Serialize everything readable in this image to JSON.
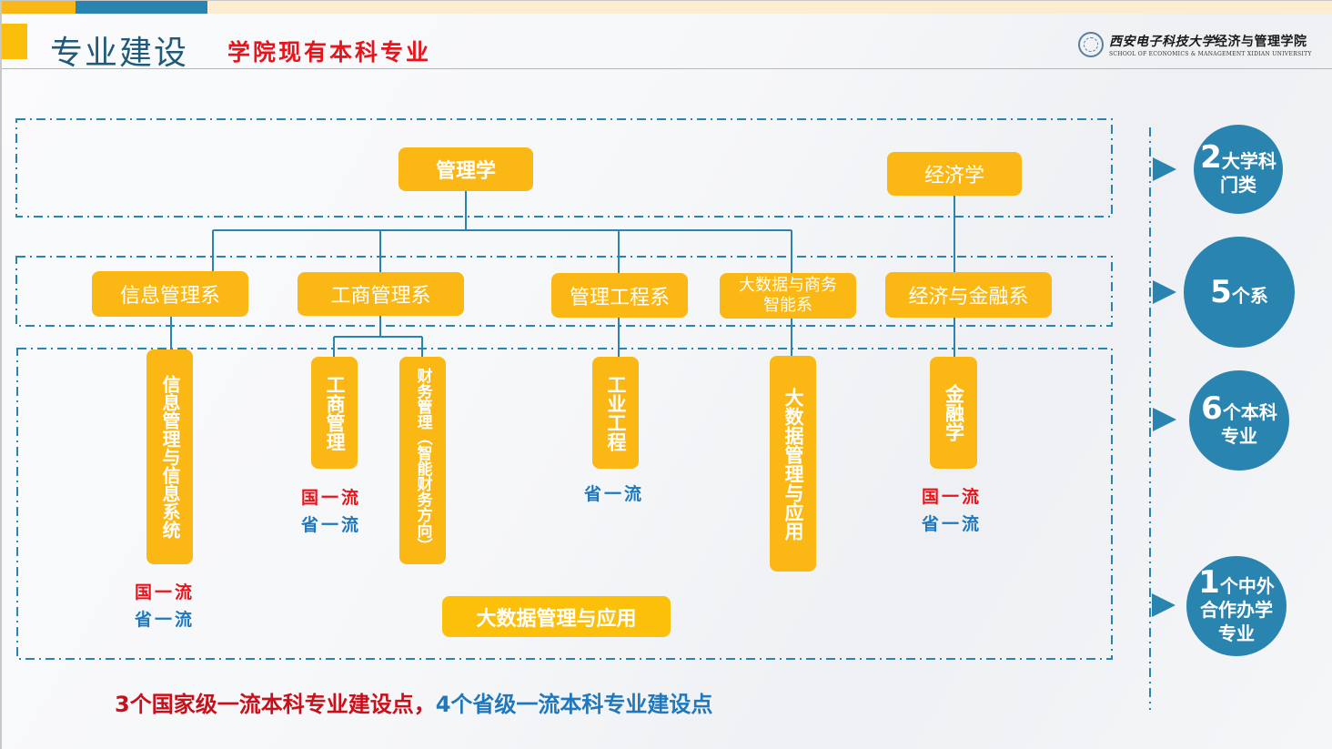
{
  "header": {
    "title": "专业建设",
    "subtitle": "学院现有本科专业",
    "logo": {
      "cn_script": "西安电子科技大学",
      "cn_name": "经济与管理学院",
      "en_name": "SCHOOL OF ECONOMICS & MANAGEMENT  XIDIAN UNIVERSITY"
    }
  },
  "colors": {
    "accent_orange": "#fbb714",
    "accent_blue": "#2a84b0",
    "national_red": "#e8141c",
    "provincial_blue": "#1f78bd"
  },
  "disciplines": [
    {
      "label": "管理学"
    },
    {
      "label": "经济学"
    }
  ],
  "departments": [
    {
      "label": "信息管理系"
    },
    {
      "label": "工商管理系"
    },
    {
      "label": "管理工程系"
    },
    {
      "label": "大数据与商务智能系"
    },
    {
      "label": "经济与金融系"
    }
  ],
  "majors": [
    {
      "label": "信息管理与信息系统",
      "national": "国一流",
      "provincial": "省一流"
    },
    {
      "label": "工商管理",
      "national": "国一流",
      "provincial": "省一流"
    },
    {
      "label": "财务管理（智能财务方向）"
    },
    {
      "label": "工业工程",
      "provincial": "省一流"
    },
    {
      "label": "大数据管理与应用"
    },
    {
      "label": "金融学",
      "national": "国一流",
      "provincial": "省一流"
    }
  ],
  "highlight_major": "大数据管理与应用",
  "stats": [
    {
      "num": "2",
      "lines": [
        "大学科",
        "门类"
      ]
    },
    {
      "num": "5",
      "lines": [
        "个系"
      ]
    },
    {
      "num": "6",
      "lines": [
        "个本科",
        "专业"
      ]
    },
    {
      "num": "1",
      "lines": [
        "个中外",
        "合作办学",
        "专业"
      ]
    }
  ],
  "summary": {
    "national": "3个国家级一流本科专业建设点，",
    "provincial": "4个省级一流本科专业建设点"
  }
}
